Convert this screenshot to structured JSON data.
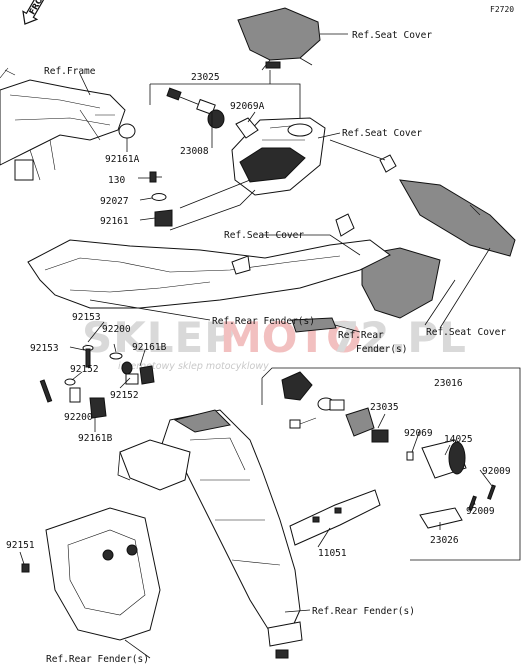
{
  "diagram_code": "F2720",
  "front_label": "FRONT",
  "watermark": {
    "main_a": "SKLEP",
    "main_b": "MOTO",
    "main_c": "72.PL",
    "sub": "internetowy sklep motocyklowy"
  },
  "references": {
    "seat_cover_top": "Ref.Seat Cover",
    "seat_cover_mid": "Ref.Seat Cover",
    "seat_cover_lower": "Ref.Seat Cover",
    "seat_cover_right": "Ref.Seat Cover",
    "frame": "Ref.Frame",
    "rear_fender_1": "Ref.Rear Fender(s)",
    "rear_fender_2_line1": "Ref.Rear",
    "rear_fender_2_line2": "Fender(s)",
    "rear_fender_3": "Ref.Rear Fender(s)",
    "rear_fender_4": "Ref.Rear Fender(s)"
  },
  "parts": {
    "p23025": "23025",
    "p92069A": "92069A",
    "p23008": "23008",
    "p92161A": "92161A",
    "p130": "130",
    "p92027": "92027",
    "p92161": "92161",
    "p92153_a": "92153",
    "p92200_a": "92200",
    "p92161B_a": "92161B",
    "p92153_b": "92153",
    "p92152_a": "92152",
    "p92152_b": "92152",
    "p92200_b": "92200",
    "p92161B_b": "92161B",
    "p92151": "92151",
    "p23016": "23016",
    "p23035": "23035",
    "p92069": "92069",
    "p14025": "14025",
    "p92009_a": "92009",
    "p92009_b": "92009",
    "p23026": "23026",
    "p11051": "11051"
  }
}
